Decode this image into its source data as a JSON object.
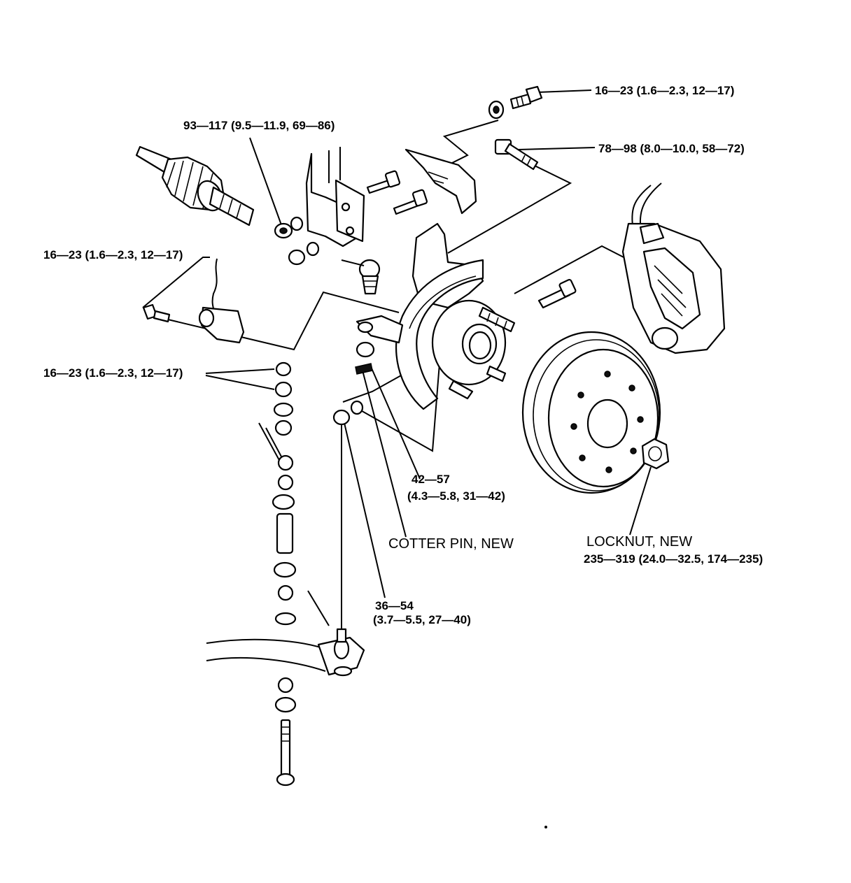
{
  "labels": {
    "bolt_top_right": "16—23 (1.6—2.3, 12—17)",
    "bolt_knuckle": "78—98 (8.0—10.0, 58—72)",
    "strut_nuts": "93—117 (9.5—11.9, 69—86)",
    "abs_sensor": "16—23 (1.6—2.3, 12—17)",
    "stabilizer_nuts": "16—23 (1.6—2.3, 12—17)",
    "tie_rod_nut_line1": "42—57",
    "tie_rod_nut_line2": "(4.3—5.8, 31—42)",
    "cotter_pin": "COTTER PIN, NEW",
    "locknut_line1": "LOCKNUT, NEW",
    "locknut_line2": "235—319 (24.0—32.5, 174—235)",
    "ball_joint_nut_line1": "36—54",
    "ball_joint_nut_line2": "(3.7—5.5, 27—40)"
  },
  "icons": [
    "drive-shaft-icon",
    "strut-icon",
    "abs-sensor-icon",
    "knuckle-icon",
    "hub-icon",
    "caliper-icon",
    "brake-disc-icon",
    "locknut-icon",
    "stabilizer-link-icon",
    "lower-arm-icon"
  ]
}
